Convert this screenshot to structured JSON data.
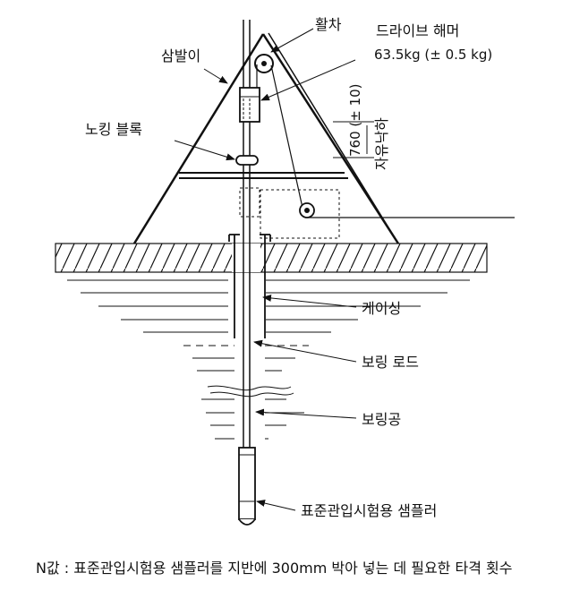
{
  "labels": {
    "pulley": "활차",
    "tripod": "삼발이",
    "drive_hammer": "드라이브 해머",
    "hammer_weight": "63.5kg (± 0.5 kg)",
    "knocking_block": "노킹 블록",
    "drop_height": "760 (± 10)",
    "free_fall": "자유낙하",
    "casing": "케이싱",
    "boring_rod": "보링 로드",
    "borehole": "보링공",
    "sampler": "표준관입시험용 샘플러"
  },
  "caption": "N값 : 표준관입시험용 샘플러를 지반에 300mm 박아 넣는 데 필요한 타격 횟수"
}
